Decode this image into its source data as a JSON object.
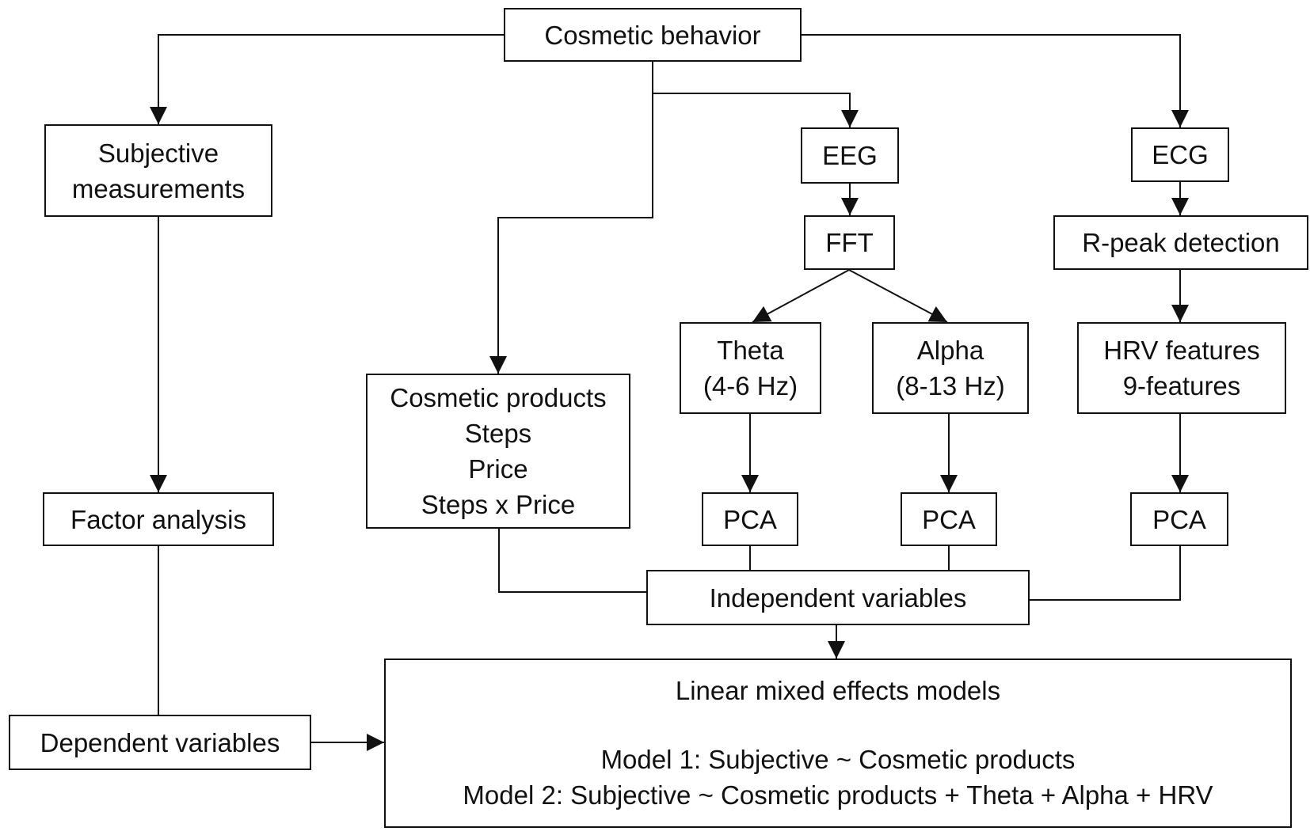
{
  "nodes": {
    "cosmetic_behavior": "Cosmetic behavior",
    "subjective_line1": "Subjective",
    "subjective_line2": "measurements",
    "eeg": "EEG",
    "ecg": "ECG",
    "fft": "FFT",
    "rpeak": "R-peak detection",
    "theta_line1": "Theta",
    "theta_line2": "(4-6 Hz)",
    "alpha_line1": "Alpha",
    "alpha_line2": "(8-13 Hz)",
    "hrv_line1": "HRV features",
    "hrv_line2": "9-features",
    "products_line1": "Cosmetic products",
    "products_line2": "Steps",
    "products_line3": "Price",
    "products_line4": "Steps x Price",
    "factor_analysis": "Factor analysis",
    "pca_theta": "PCA",
    "pca_alpha": "PCA",
    "pca_hrv": "PCA",
    "independent_variables": "Independent variables",
    "dependent_variables": "Dependent variables",
    "lme_title": "Linear mixed effects models",
    "lme_model1": "Model 1: Subjective ~ Cosmetic products",
    "lme_model2": "Model 2: Subjective ~ Cosmetic products + Theta + Alpha + HRV"
  },
  "colors": {
    "line": "#111111",
    "background": "#ffffff"
  }
}
